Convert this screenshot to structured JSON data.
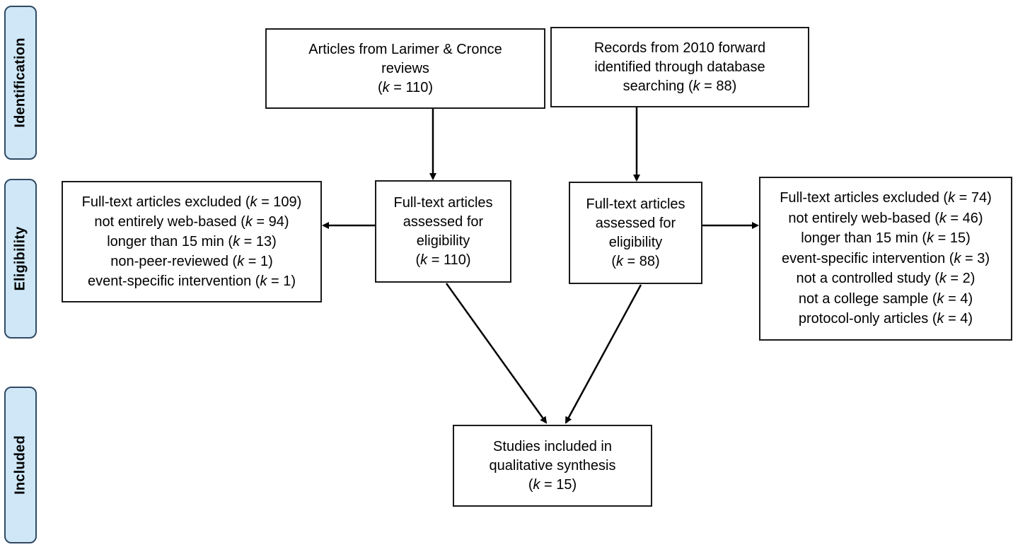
{
  "phases": {
    "identification": "Identification",
    "eligibility": "Eligibility",
    "included": "Included"
  },
  "nodes": {
    "larimer_cronce": {
      "line1": "Articles from Larimer & Cronce",
      "line2": "reviews",
      "k_open": "(",
      "k_var": "k",
      "k_rest": " = 110)"
    },
    "database_records": {
      "line1": "Records from 2010 forward",
      "line2": "identified through database",
      "line3_prefix": "searching (",
      "k_var": "k",
      "k_rest": " = 88)"
    },
    "assessed_left": {
      "line1": "Full-text articles",
      "line2": "assessed for",
      "line3": "eligibility",
      "k_open": "(",
      "k_var": "k",
      "k_rest": " = 110)"
    },
    "assessed_right": {
      "line1": "Full-text articles",
      "line2": "assessed for",
      "line3": "eligibility",
      "k_open": "(",
      "k_var": "k",
      "k_rest": " = 88)"
    },
    "excluded_left": {
      "items": [
        {
          "text": "Full-text articles excluded (",
          "k": "k",
          "rest": " = 109)"
        },
        {
          "text": "not entirely web-based (",
          "k": "k",
          "rest": " = 94)"
        },
        {
          "text": "longer than 15 min (",
          "k": "k",
          "rest": " = 13)"
        },
        {
          "text": "non-peer-reviewed (",
          "k": "k",
          "rest": " = 1)"
        },
        {
          "text": "event-specific intervention (",
          "k": "k",
          "rest": " = 1)"
        }
      ]
    },
    "excluded_right": {
      "items": [
        {
          "text": "Full-text articles excluded (",
          "k": "k",
          "rest": " = 74)"
        },
        {
          "text": "not entirely web-based (",
          "k": "k",
          "rest": " = 46)"
        },
        {
          "text": "longer than 15 min (",
          "k": "k",
          "rest": " = 15)"
        },
        {
          "text": "event-specific intervention (",
          "k": "k",
          "rest": " = 3)"
        },
        {
          "text": "not a controlled study (",
          "k": "k",
          "rest": " = 2)"
        },
        {
          "text": "not a college sample (",
          "k": "k",
          "rest": " = 4)"
        },
        {
          "text": "protocol-only articles (",
          "k": "k",
          "rest": " = 4)"
        }
      ]
    },
    "included": {
      "line1": "Studies included in",
      "line2": "qualitative synthesis",
      "k_open": "(",
      "k_var": "k",
      "k_rest": " = 15)"
    }
  },
  "colors": {
    "phase_fill": "#cfe7f7",
    "phase_border": "#2f4a63",
    "box_border": "#1a1a1a",
    "arrow": "#000000"
  }
}
